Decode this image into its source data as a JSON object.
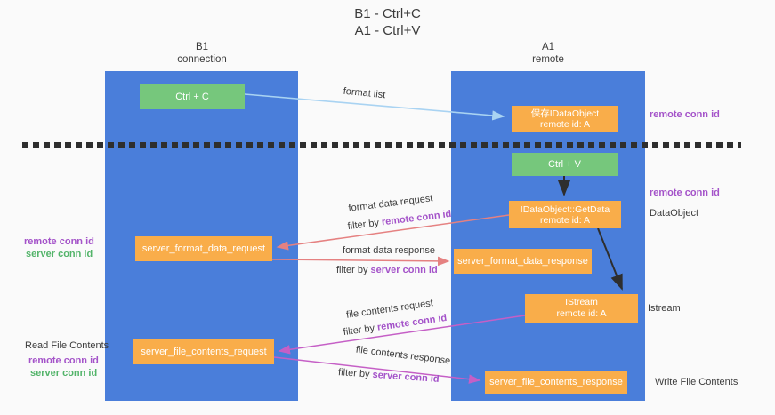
{
  "title": {
    "line1": "B1 - Ctrl+C",
    "line2": "A1 - Ctrl+V"
  },
  "columns": {
    "left": {
      "header_line1": "B1",
      "header_line2": "connection"
    },
    "right": {
      "header_line1": "A1",
      "header_line2": "remote"
    }
  },
  "boxes": {
    "ctrl_c": "Ctrl + C",
    "ctrl_v": "Ctrl + V",
    "save_idataobject_line1": "保存IDataObject",
    "save_idataobject_line2": "remote id: A",
    "getdata_line1": "IDataObject::GetData",
    "getdata_line2": "remote id: A",
    "istream_line1": "IStream",
    "istream_line2": "remote id: A",
    "format_request": "server_format_data_request",
    "format_response": "server_format_data_response",
    "file_request": "server_file_contents_request",
    "file_response": "server_file_contents_response"
  },
  "flows": {
    "format_list": "format list",
    "format_data_request": "format data request",
    "format_data_response": "format data response",
    "file_contents_request": "file contents request",
    "file_contents_response": "file contents response",
    "filter_by": "filter by ",
    "remote_conn_id": "remote conn id",
    "server_conn_id": "server conn id"
  },
  "side_labels": {
    "remote_conn_id": "remote conn id",
    "server_conn_id": "server conn id",
    "dataobject": "DataObject",
    "istream": "Istream",
    "read_file_contents": "Read File Contents",
    "write_file_contents": "Write File Contents"
  },
  "colors": {
    "background": "#fafafa",
    "column_blue": "#4a7eda",
    "box_green": "#76c77c",
    "box_orange": "#f9ad4a",
    "arrow_light_blue": "#a9d3f2",
    "arrow_salmon": "#e58181",
    "arrow_magenta": "#c55fc6",
    "arrow_black": "#2e2e2e",
    "text_purple": "#a453c9",
    "text_green": "#53b46a"
  }
}
